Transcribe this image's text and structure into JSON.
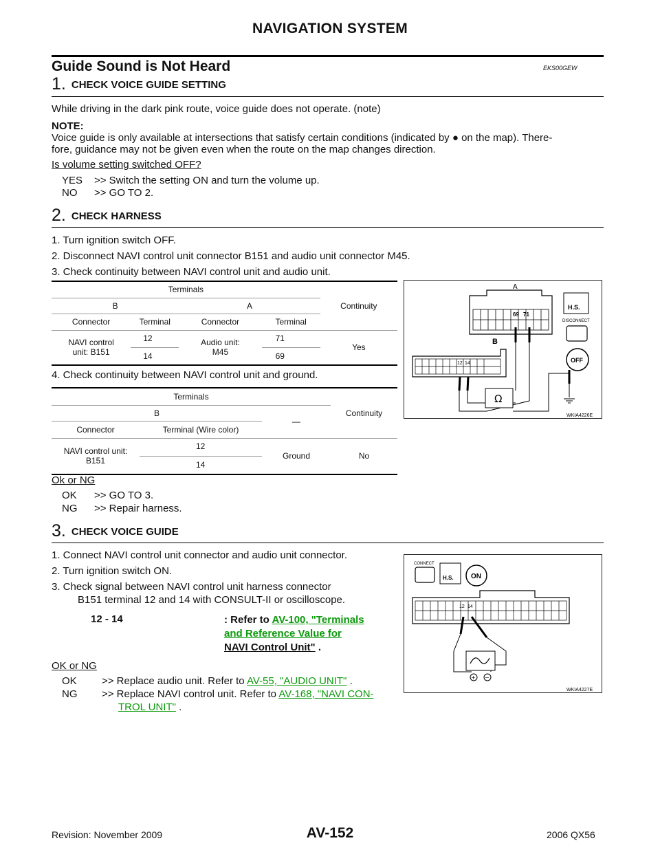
{
  "header": {
    "title": "NAVIGATION SYSTEM"
  },
  "section": {
    "title": "Guide Sound is Not Heard",
    "code": "EKS00GEW"
  },
  "step1": {
    "num": "1.",
    "title": "CHECK VOICE GUIDE SETTING",
    "para": "While driving in the dark pink route, voice guide does not operate. (note)",
    "note_label": "NOTE:",
    "note_line1_a": "Voice guide is only available at intersections that satisfy certain conditions (indicated by",
    "note_bullet": "●",
    "note_line1_b": "on the map). There-",
    "note_line2": "fore, guidance may not be given even when the route on the map changes direction.",
    "question": "Is volume setting switched OFF?",
    "yes": "YES",
    "yes_text": ">> Switch the setting ON and turn the volume up.",
    "no": "NO",
    "no_text": ">> GO TO 2."
  },
  "step2": {
    "num": "2.",
    "title": "CHECK HARNESS",
    "item1": "1.  Turn ignition switch OFF.",
    "item2": "2.  Disconnect NAVI control unit connector B151 and audio unit connector M45.",
    "item3": "3.  Check continuity between NAVI control unit and audio unit.",
    "table1": {
      "terminals": "Terminals",
      "continuity": "Continuity",
      "b": "B",
      "a": "A",
      "connector": "Connector",
      "terminal": "Terminal",
      "navi_line1": "NAVI control",
      "navi_line2": "unit: B151",
      "t12": "12",
      "t14": "14",
      "audio_line1": "Audio unit:",
      "audio_line2": "M45",
      "t71": "71",
      "t69": "69",
      "yes": "Yes"
    },
    "item4": "4.  Check continuity between NAVI control unit and ground.",
    "table2": {
      "terminals": "Terminals",
      "continuity": "Continuity",
      "b": "B",
      "dash": "—",
      "connector": "Connector",
      "terminal_wire": "Terminal (Wire color)",
      "navi_line1": "NAVI control unit:",
      "navi_line2": "B151",
      "t12": "12",
      "t14": "14",
      "ground": "Ground",
      "no": "No"
    },
    "question": "Ok or NG",
    "ok": "OK",
    "ok_text": ">> GO TO 3.",
    "ng": "NG",
    "ng_text": ">> Repair harness.",
    "figure": {
      "label_a": "A",
      "label_b": "B",
      "pin69": "69",
      "pin71": "71",
      "pin12": "12",
      "pin14": "14",
      "hs": "H.S.",
      "disconnect": "DISCONNECT",
      "off": "OFF",
      "ohm": "Ω",
      "code": "WKIA4226E"
    }
  },
  "step3": {
    "num": "3.",
    "title": "CHECK VOICE GUIDE",
    "item1": "1.  Connect NAVI control unit connector and audio unit connector.",
    "item2": "2.  Turn ignition switch ON.",
    "item3a": "3.  Check signal between NAVI control unit harness connector",
    "item3b": "B151 terminal 12 and 14 with CONSULT-II or oscilloscope.",
    "ref_term": "12 - 14",
    "ref_prefix": ": Refer to",
    "ref_link1": "AV-100, \"Terminals",
    "ref_link2": "and Reference Value for",
    "ref_link3": "NAVI Control Unit\"",
    "ref_suffix": ".",
    "question": "OK or NG",
    "ok": "OK",
    "ok_text": ">> Replace audio unit. Refer to",
    "ok_link": "AV-55, \"AUDIO UNIT\"",
    "ok_suffix": ".",
    "ng": "NG",
    "ng_text": ">> Replace NAVI control unit. Refer to",
    "ng_link1": "AV-168, \"NAVI CON-",
    "ng_link2": "TROL UNIT\"",
    "ng_suffix": ".",
    "figure": {
      "connect": "CONNECT",
      "hs": "H.S.",
      "on": "ON",
      "pin12": "12",
      "pin14": "14",
      "plus": "+",
      "minus": "−",
      "code": "WKIA4227E"
    }
  },
  "footer": {
    "revision": "Revision: November 2009",
    "page": "AV-152",
    "model": "2006 QX56"
  }
}
